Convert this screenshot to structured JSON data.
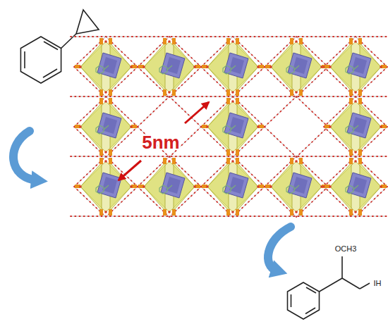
{
  "diagram": {
    "labels": [
      "5nm",
      "OCH3",
      "IH"
    ]
  }
}
